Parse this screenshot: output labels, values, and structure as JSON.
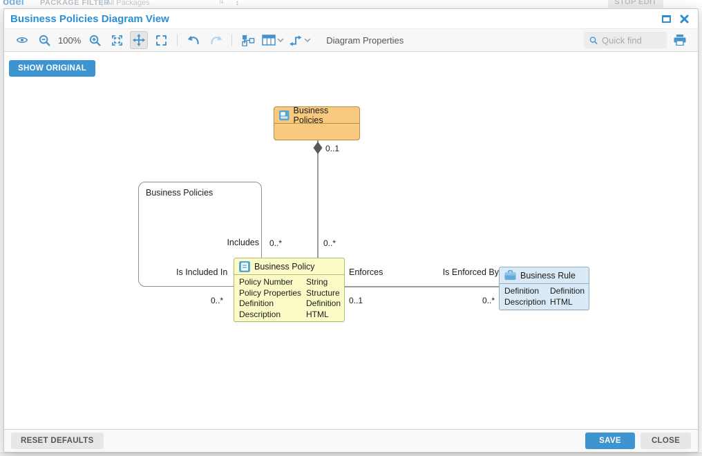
{
  "background": {
    "app_fragment": "odel",
    "package_filter_label": "PACKAGE FILTER",
    "package_filter_sep": "|",
    "package_filter_value": "All Packages",
    "sort_glyph": "⇅",
    "dots_glyph": "⋮",
    "stop_edit_label": "STOP EDIT"
  },
  "modal": {
    "title": "Business Policies Diagram View",
    "toolbar": {
      "zoom_level": "100%",
      "diagram_properties_label": "Diagram Properties",
      "search_placeholder": "Quick find",
      "icons": [
        "eye",
        "zoom-out",
        "zoom-in",
        "fit-to-screen",
        "pan-move",
        "marquee-select",
        "undo",
        "redo",
        "auto-layout",
        "table-view",
        "connector-style",
        "quick-find",
        "print"
      ]
    },
    "show_original_label": "SHOW ORIGINAL",
    "footer": {
      "reset_label": "RESET DEFAULTS",
      "save_label": "SAVE",
      "close_label": "CLOSE"
    }
  },
  "diagram": {
    "subject_area": {
      "label": "Business Policies"
    },
    "parent_entity": {
      "label": "Business Policies",
      "icon": "package-icon"
    },
    "policy_entity": {
      "label": "Business Policy",
      "icon": "document-icon",
      "attributes": [
        {
          "name": "Policy Number",
          "type": "String"
        },
        {
          "name": "Policy Properties",
          "type": "Structure"
        },
        {
          "name": "Definition",
          "type": "Definition"
        },
        {
          "name": "Description",
          "type": "HTML"
        }
      ]
    },
    "rule_entity": {
      "label": "Business Rule",
      "icon": "briefcase-icon",
      "attributes": [
        {
          "name": "Definition",
          "type": "Definition"
        },
        {
          "name": "Description",
          "type": "HTML"
        }
      ]
    },
    "relationships": {
      "aggregation_card": "0..1",
      "includes_label": "Includes",
      "includes_card": "0..*",
      "contains_card": "0..*",
      "is_included_in_label": "Is Included In",
      "is_included_in_card": "0..*",
      "enforces_label": "Enforces",
      "enforces_card": "0..1",
      "is_enforced_by_label": "Is Enforced By",
      "is_enforced_by_card": "0..*"
    },
    "colors": {
      "accent_blue": "#2b8ed4",
      "toolbar_icon_blue": "#4392cc",
      "entity_orange_fill": "#f8ca80",
      "entity_orange_border": "#bd8d46",
      "entity_yellow_fill": "#fbfbc8",
      "entity_yellow_border": "#b9b96b",
      "entity_blue_fill": "#d9eaf6",
      "entity_blue_border": "#8fadc3",
      "line_gray": "#9b9b9b"
    }
  }
}
